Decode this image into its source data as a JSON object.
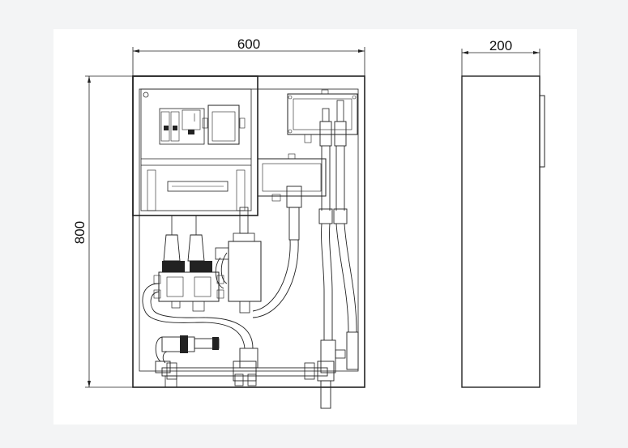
{
  "dimensions": {
    "front_width": "600",
    "front_height": "800",
    "side_depth": "200"
  }
}
